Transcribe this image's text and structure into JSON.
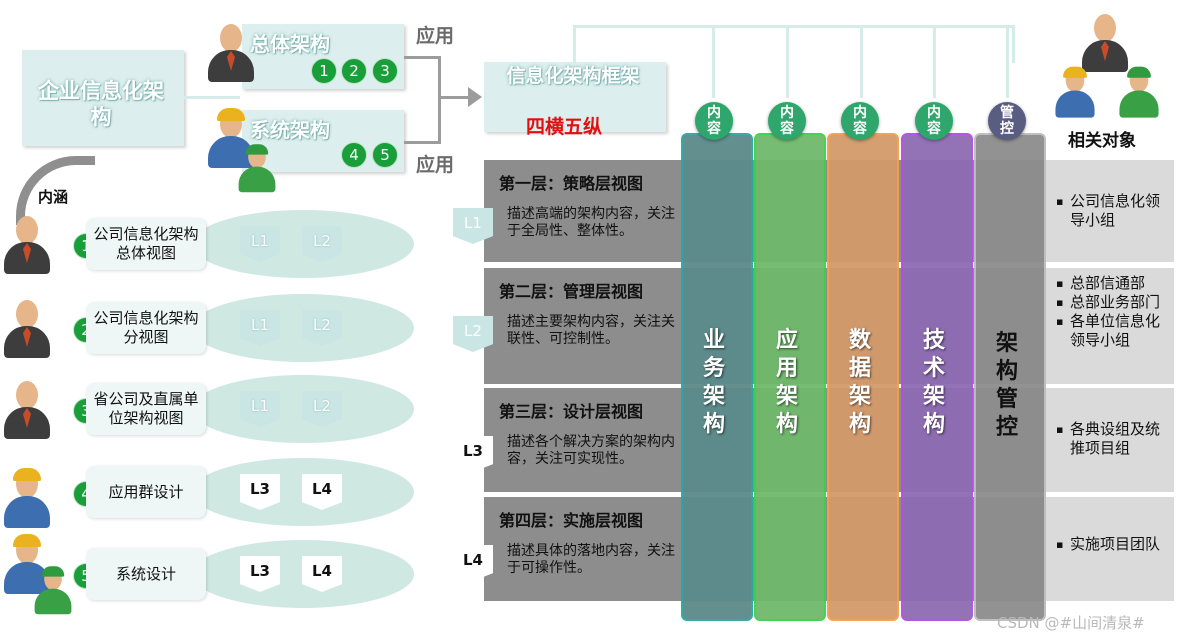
{
  "top": {
    "enterprise_arch": "企业信息化架构",
    "overall_arch": "总体架构",
    "system_arch": "系统架构",
    "overall_nums": [
      "1",
      "2",
      "3"
    ],
    "system_nums": [
      "4",
      "5"
    ],
    "apply_top": "应用",
    "apply_bottom": "应用",
    "framework": "信息化架构框架",
    "four_five": "四横五纵",
    "neihan": "内涵"
  },
  "rows": [
    {
      "num": "1",
      "label": "公司信息化架构总体视图",
      "tags": [
        "L1",
        "L2"
      ],
      "tag_style": "light",
      "person": "manager"
    },
    {
      "num": "2",
      "label": "公司信息化架构分视图",
      "tags": [
        "L1",
        "L2"
      ],
      "tag_style": "light",
      "person": "manager"
    },
    {
      "num": "3",
      "label": "省公司及直属单位架构视图",
      "tags": [
        "L1",
        "L2"
      ],
      "tag_style": "light",
      "person": "manager"
    },
    {
      "num": "4",
      "label": "应用群设计",
      "tags": [
        "L3",
        "L4"
      ],
      "tag_style": "white",
      "person": "worker"
    },
    {
      "num": "5",
      "label": "系统设计",
      "tags": [
        "L3",
        "L4"
      ],
      "tag_style": "white",
      "person": "workers"
    }
  ],
  "layers": [
    {
      "tag": "L1",
      "title": "第一层：策略层视图",
      "desc": "描述高端的架构内容，关注于全局性、整体性。",
      "owners": [
        "公司信息化领导小组"
      ]
    },
    {
      "tag": "L2",
      "title": "第二层：管理层视图",
      "desc": "描述主要架构内容，关注关联性、可控制性。",
      "owners": [
        "总部信通部",
        "总部业务部门",
        "各单位信息化领导小组"
      ]
    },
    {
      "tag": "L3",
      "title": "第三层：设计层视图",
      "desc": "描述各个解决方案的架构内容，关注可实现性。",
      "owners": [
        "各典设组及统推项目组"
      ]
    },
    {
      "tag": "L4",
      "title": "第四层：实施层视图",
      "desc": "描述具体的落地内容，关注于可操作性。",
      "owners": [
        "实施项目团队"
      ]
    }
  ],
  "columns": [
    {
      "head": "内容",
      "text": "业务架构",
      "color": "#5b8a8a",
      "border": "#2aa7a2",
      "head_color": "#2fa66c"
    },
    {
      "head": "内容",
      "text": "应用架构",
      "color": "#6fb96b",
      "border": "#3fd04a",
      "head_color": "#2fa66c"
    },
    {
      "head": "内容",
      "text": "数据架构",
      "color": "#d49a6a",
      "border": "#f2a04b",
      "head_color": "#2fa66c"
    },
    {
      "head": "内容",
      "text": "技术架构",
      "color": "#8e6bb3",
      "border": "#b34fe0",
      "head_color": "#2fa66c"
    },
    {
      "head": "管控",
      "text": "架构管控",
      "color": "#8d8d8d",
      "border": "#bdbdbd",
      "head_color": "#5a5d82"
    }
  ],
  "related": "相关对象",
  "watermark": "CSDN @#山间清泉#"
}
